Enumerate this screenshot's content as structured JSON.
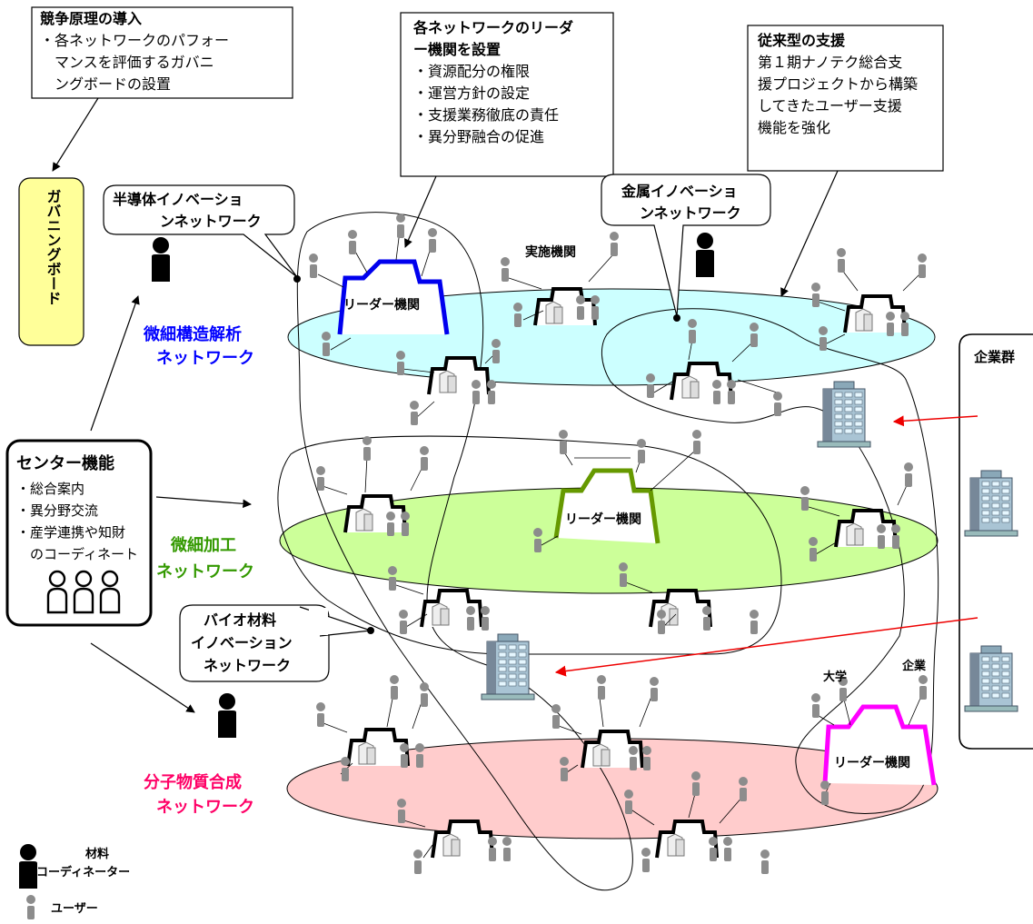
{
  "boxes": {
    "competition": {
      "title": "競争原理の導入",
      "lines": [
        "・各ネットワークのパフォー",
        "　マンスを評価するガバニ",
        "　ングボードの設置"
      ]
    },
    "leader": {
      "title_lines": [
        "各ネットワークのリーダ",
        "ー機関を設置"
      ],
      "lines": [
        "・資源配分の権限",
        "・運営方針の設定",
        "・支援業務徹底の責任",
        "・異分野融合の促進"
      ]
    },
    "conventional": {
      "title": "従来型の支援",
      "lines": [
        "第１期ナノテク総合支",
        "援プロジェクトから構築",
        "してきたユーザー支援",
        "機能を強化"
      ]
    },
    "governing_board": "ガバニングボード",
    "center": {
      "title": "センター機能",
      "lines": [
        "・総合案内",
        "・異分野交流",
        "・産学連携や知財",
        "　のコーディネート"
      ]
    },
    "companies_panel_title": "企業群"
  },
  "bubbles": {
    "semiconductor": [
      "半導体イノベーショ",
      "ンネットワーク"
    ],
    "metal": [
      "金属イノベーショ",
      "ンネットワーク"
    ],
    "bio": [
      "バイオ材料",
      "イノベーション",
      "ネットワーク"
    ]
  },
  "networks": {
    "structure": {
      "line1": "微細構造解析",
      "line2": "ネットワーク",
      "color": "#0000ff",
      "fill": "#ccffff"
    },
    "fabrication": {
      "line1": "微細加工",
      "line2": "ネットワーク",
      "color": "#339900",
      "fill": "#ccff99"
    },
    "synthesis": {
      "line1": "分子物質合成",
      "line2": "ネットワーク",
      "color": "#ff0066",
      "fill": "#ffcccc"
    }
  },
  "labels": {
    "implementing_institution": "実施機関",
    "leader_institution": "リーダー機関",
    "university": "大学",
    "company": "企業"
  },
  "legend": {
    "coordinator_line1": "材料",
    "coordinator_line2": "コーディネーター",
    "user": "ユーザー"
  },
  "colors": {
    "leader_blue": "#0000ee",
    "leader_green": "#669900",
    "leader_magenta": "#ff00ff",
    "arrow_red": "#ee0000",
    "user_gray": "#888888"
  }
}
